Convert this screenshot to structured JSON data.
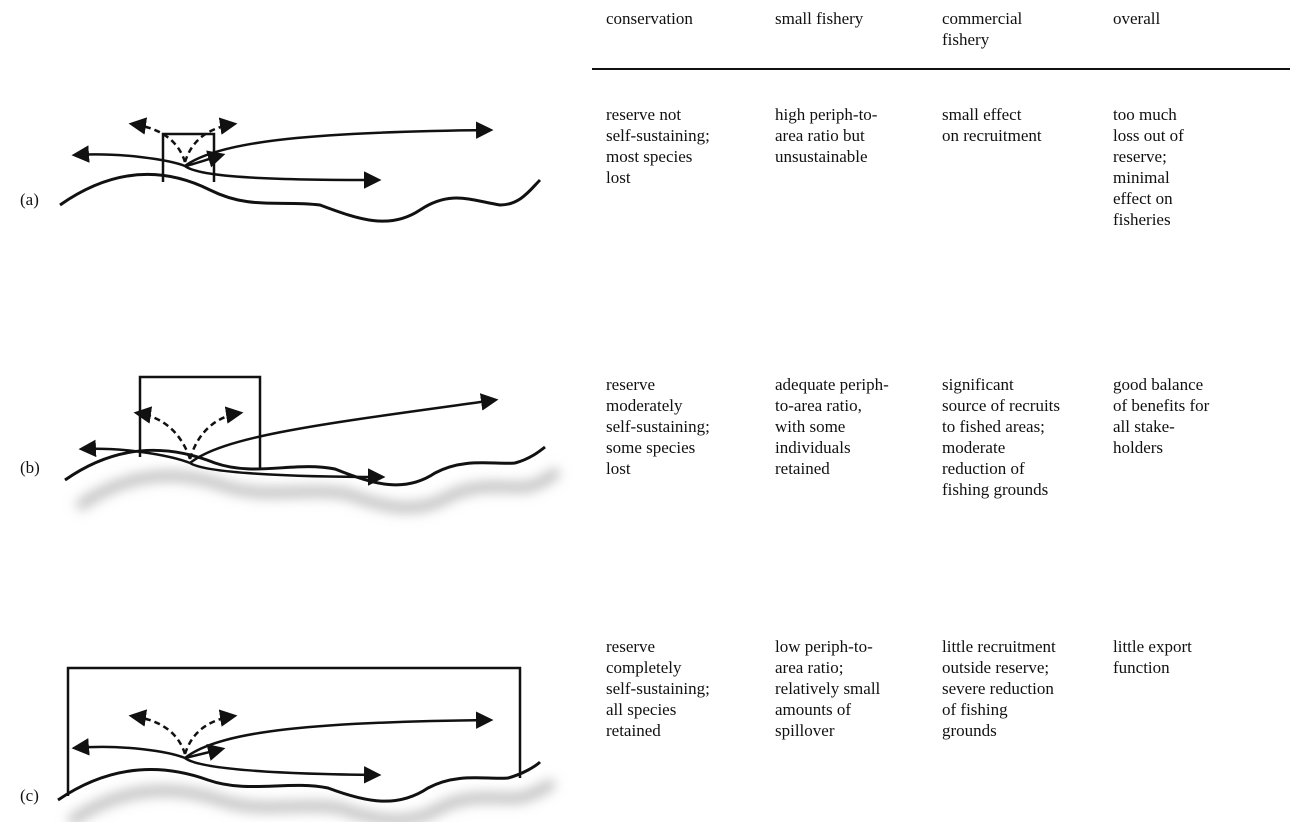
{
  "headers": [
    "conservation",
    "small fishery",
    "commercial\nfishery",
    "overall"
  ],
  "rows": [
    {
      "label": "(a)",
      "cells": [
        "reserve not\nself-sustaining;\nmost species\nlost",
        "high periph-to-\narea ratio but\nunsustainable",
        "small effect\non recruitment",
        "too much\nloss out of\nreserve;\nminimal\neffect on\nfisheries"
      ]
    },
    {
      "label": "(b)",
      "cells": [
        "reserve\nmoderately\nself-sustaining;\nsome species\nlost",
        "adequate periph-\nto-area ratio,\nwith some\nindividuals\nretained",
        "significant\nsource of recruits\nto fished areas;\nmoderate\nreduction of\nfishing grounds",
        "good balance\nof benefits for\nall stake-\nholders"
      ]
    },
    {
      "label": "(c)",
      "cells": [
        "reserve\ncompletely\nself-sustaining;\nall species\nretained",
        "low periph-to-\narea ratio;\nrelatively small\namounts of\nspillover",
        "little recruitment\noutside reserve;\nsevere reduction\nof fishing\ngrounds",
        "little export\nfunction"
      ]
    }
  ]
}
